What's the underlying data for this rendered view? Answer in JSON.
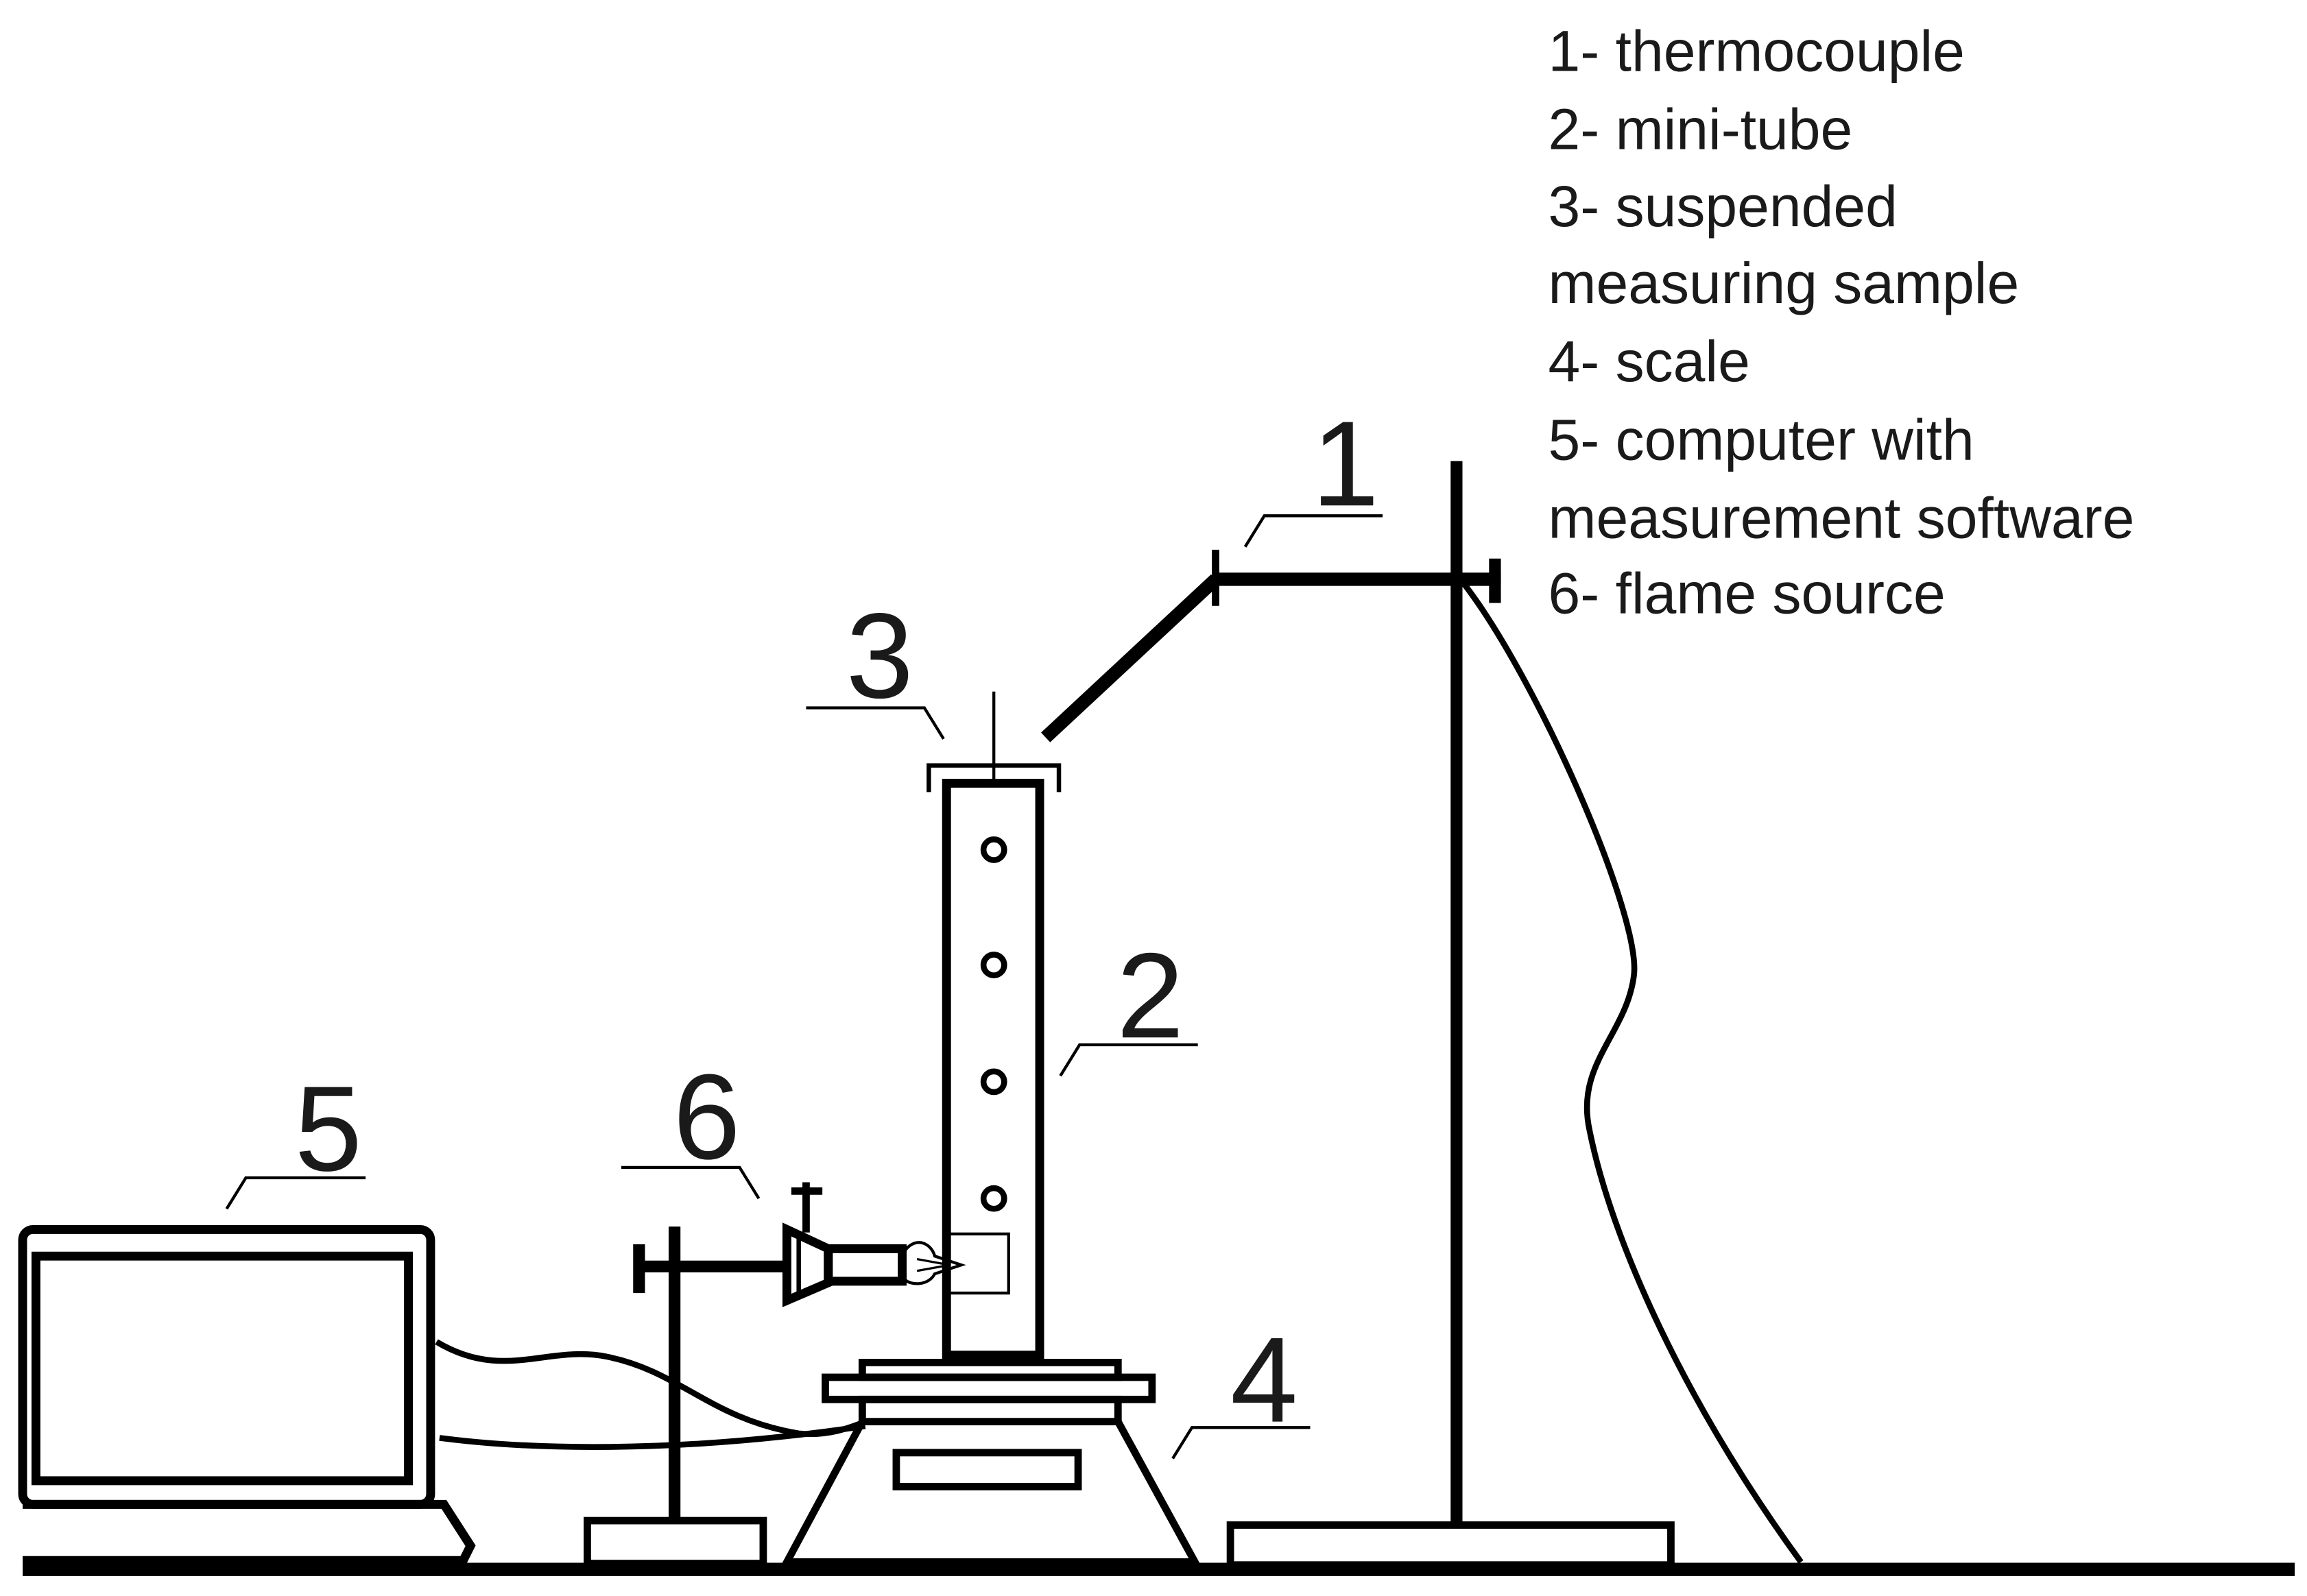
{
  "legend": [
    "1- thermocouple",
    "2- mini-tube",
    "3- suspended",
    "measuring sample",
    "4- scale",
    "5- computer with",
    "measurement software",
    "6- flame source"
  ],
  "callouts": {
    "thermocouple": "1",
    "mini_tube": "2",
    "sample": "3",
    "scale": "4",
    "computer": "5",
    "flame": "6"
  }
}
